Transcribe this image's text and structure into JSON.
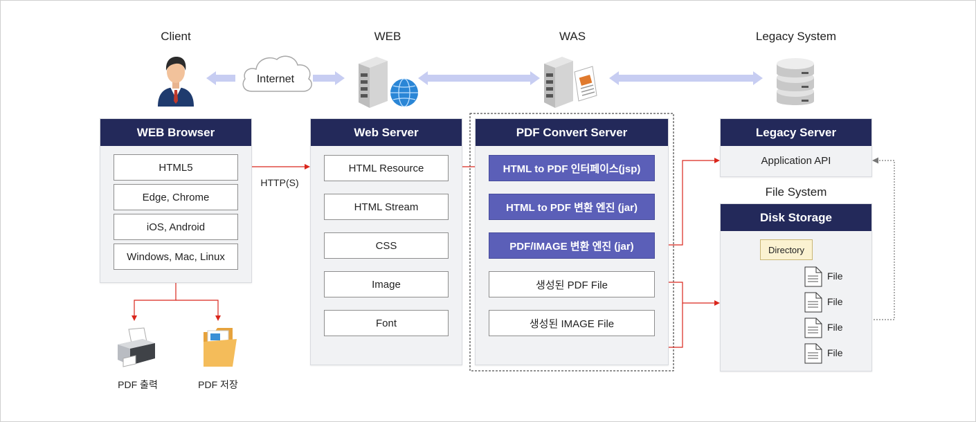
{
  "tiers": {
    "client": "Client",
    "web": "WEB",
    "was": "WAS",
    "legacy": "Legacy System"
  },
  "internet_label": "Internet",
  "http_label": "HTTP(S)",
  "web_browser": {
    "title": "WEB Browser",
    "items": [
      "HTML5",
      "Edge, Chrome",
      "iOS, Android",
      "Windows, Mac, Linux"
    ]
  },
  "web_server": {
    "title": "Web Server",
    "items": [
      "HTML Resource",
      "HTML Stream",
      "CSS",
      "Image",
      "Font"
    ]
  },
  "pdf_server": {
    "title": "PDF Convert Server",
    "items": [
      "HTML to PDF 인터페이스(jsp)",
      "HTML to PDF 변환 엔진 (jar)",
      "PDF/IMAGE 변환 엔진 (jar)",
      "생성된 PDF File",
      "생성된 IMAGE File"
    ]
  },
  "legacy_server": {
    "title": "Legacy Server",
    "items": [
      "Application API"
    ]
  },
  "file_system_label": "File System",
  "disk_storage": {
    "title": "Disk Storage",
    "directory": "Directory",
    "files": [
      "File",
      "File",
      "File",
      "File"
    ]
  },
  "outputs": {
    "print": "PDF 출력",
    "save": "PDF 저장"
  },
  "colors": {
    "header_navy": "#23295a",
    "engine_purple": "#5b5fb8",
    "arrow_red": "#d9261c",
    "link_lavender": "#c7cdf2"
  }
}
